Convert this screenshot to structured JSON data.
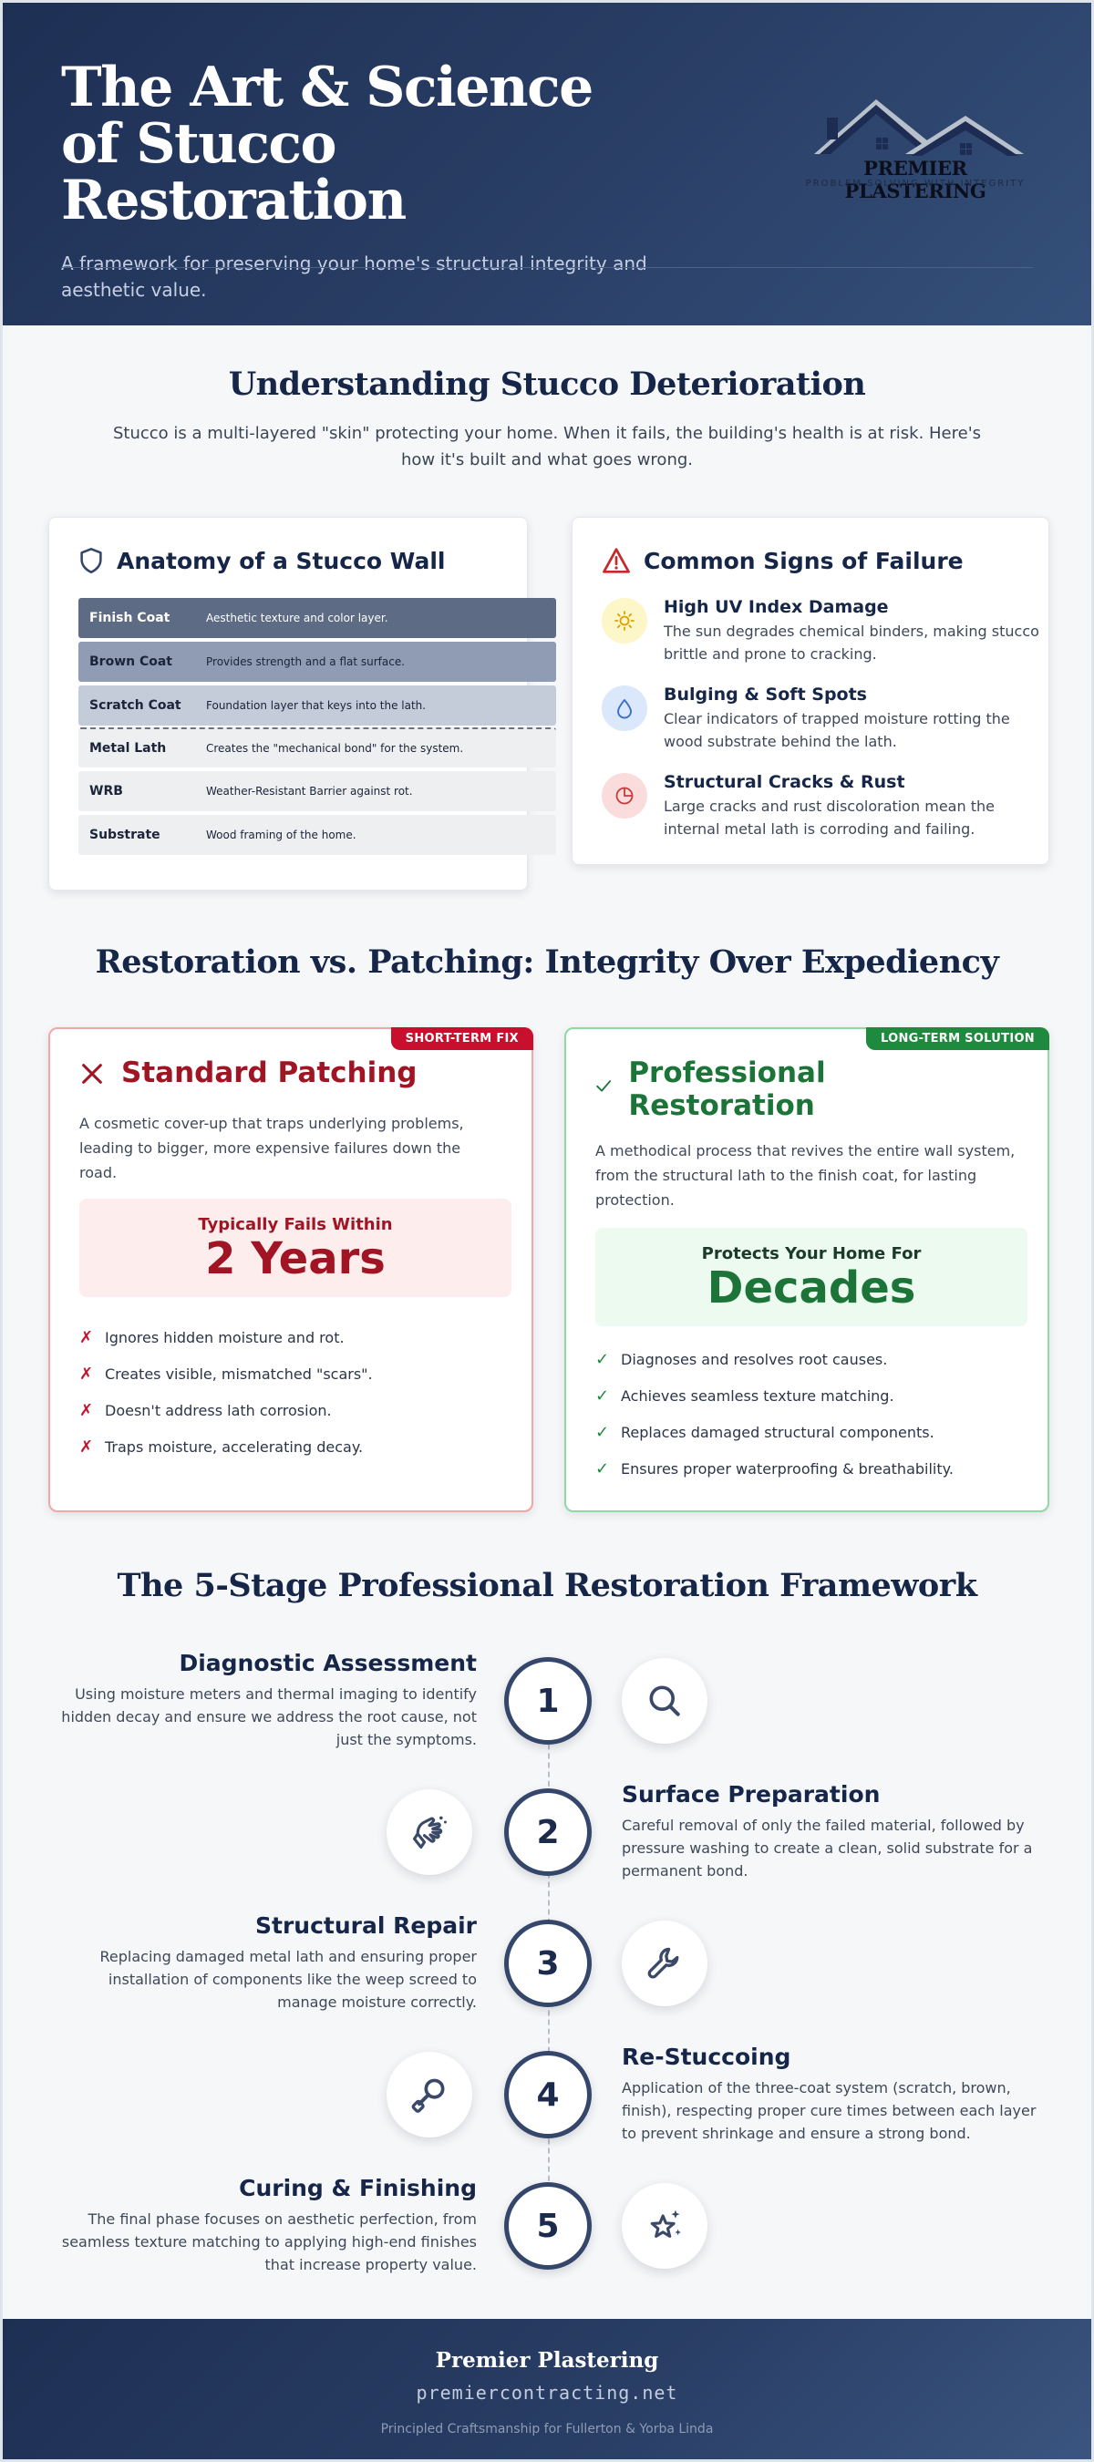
{
  "header": {
    "title": "The Art & Science of Stucco Restoration",
    "subtitle": "A framework for preserving your home's structural integrity and aesthetic value.",
    "logo_name": "PREMIER PLASTERING",
    "logo_tagline": "PROBLEM SOLVING WITH INTEGRITY"
  },
  "understanding": {
    "title": "Understanding Stucco Deterioration",
    "intro": "Stucco is a multi-layered \"skin\" protecting your home. When it fails, the building's health is at risk. Here's how it's built and what goes wrong."
  },
  "anatomy": {
    "title": "Anatomy of a Stucco Wall",
    "icon": "shield-icon",
    "layers": [
      {
        "name": "Finish Coat",
        "desc": "Aesthetic texture and color layer.",
        "bg": "#5d6b85",
        "fg": "#ffffff"
      },
      {
        "name": "Brown Coat",
        "desc": "Provides strength and a flat surface.",
        "bg": "#8f9cb3",
        "fg": "#1b2438"
      },
      {
        "name": "Scratch Coat",
        "desc": "Foundation layer that keys into the lath.",
        "bg": "#c3ccd8",
        "fg": "#1b2438"
      },
      {
        "name": "Metal Lath",
        "desc": "Creates the \"mechanical bond\" for the system.",
        "bg": "#eeeff1",
        "fg": "#1b2438"
      },
      {
        "name": "WRB",
        "desc": "Weather-Resistant Barrier against rot.",
        "bg": "#eeeff1",
        "fg": "#1b2438"
      },
      {
        "name": "Substrate",
        "desc": "Wood framing of the home.",
        "bg": "#eeeff1",
        "fg": "#1b2438"
      }
    ]
  },
  "failure": {
    "title": "Common Signs of Failure",
    "icon": "warning-triangle-icon",
    "signs": [
      {
        "title": "High UV Index Damage",
        "desc": "The sun degrades chemical binders, making stucco brittle and prone to cracking.",
        "icon": "sun-icon",
        "bg": "#fdf6c8",
        "color": "#d8a400"
      },
      {
        "title": "Bulging & Soft Spots",
        "desc": "Clear indicators of trapped moisture rotting the wood substrate behind the lath.",
        "icon": "water-drop-icon",
        "bg": "#dbe7fb",
        "color": "#3b6fc8"
      },
      {
        "title": "Structural Cracks & Rust",
        "desc": "Large cracks and rust discoloration mean the internal metal lath is corroding and failing.",
        "icon": "pie-chart-icon",
        "bg": "#fbdcdc",
        "color": "#c73a3a"
      }
    ]
  },
  "comparison": {
    "title": "Restoration vs. Patching: Integrity Over Expediency",
    "patching": {
      "badge": "SHORT-TERM FIX",
      "title": "Standard Patching",
      "desc": "A cosmetic cover-up that traps underlying problems, leading to bigger, more expensive failures down the road.",
      "stat_label": "Typically Fails Within",
      "stat_value": "2 Years",
      "items": [
        "Ignores hidden moisture and rot.",
        "Creates visible, mismatched \"scars\".",
        "Doesn't address lath corrosion.",
        "Traps moisture, accelerating decay."
      ],
      "mark": "✗",
      "accent": "#a01424"
    },
    "restoration": {
      "badge": "LONG-TERM SOLUTION",
      "title": "Professional Restoration",
      "desc": "A methodical process that revives the entire wall system, from the structural lath to the finish coat, for lasting protection.",
      "stat_label": "Protects Your Home For",
      "stat_value": "Decades",
      "items": [
        "Diagnoses and resolves root causes.",
        "Achieves seamless texture matching.",
        "Replaces damaged structural components.",
        "Ensures proper waterproofing & breathability."
      ],
      "mark": "✓",
      "accent": "#1d7438"
    }
  },
  "framework": {
    "title": "The 5-Stage Professional Restoration Framework",
    "steps": [
      {
        "num": "1",
        "title": "Diagnostic Assessment",
        "desc": "Using moisture meters and thermal imaging to identify hidden decay and ensure we address the root cause, not just the symptoms.",
        "icon": "magnifier-icon"
      },
      {
        "num": "2",
        "title": "Surface Preparation",
        "desc": "Careful removal of only the failed material, followed by pressure washing to create a clean, solid substrate for a permanent bond.",
        "icon": "hand-washing-icon"
      },
      {
        "num": "3",
        "title": "Structural Repair",
        "desc": "Replacing damaged metal lath and ensuring proper installation of components like the weep screed to manage moisture correctly.",
        "icon": "wrench-icon"
      },
      {
        "num": "4",
        "title": "Re-Stuccoing",
        "desc": "Application of the three-coat system (scratch, brown, finish), respecting proper cure times between each layer to prevent shrinkage and ensure a strong bond.",
        "icon": "trowel-icon"
      },
      {
        "num": "5",
        "title": "Curing & Finishing",
        "desc": "The final phase focuses on aesthetic perfection, from seamless texture matching to applying high-end finishes that increase property value.",
        "icon": "sparkle-star-icon"
      }
    ]
  },
  "footer": {
    "name": "Premier Plastering",
    "url": "premiercontracting.net",
    "tagline": "Principled Craftsmanship for Fullerton & Yorba Linda"
  }
}
